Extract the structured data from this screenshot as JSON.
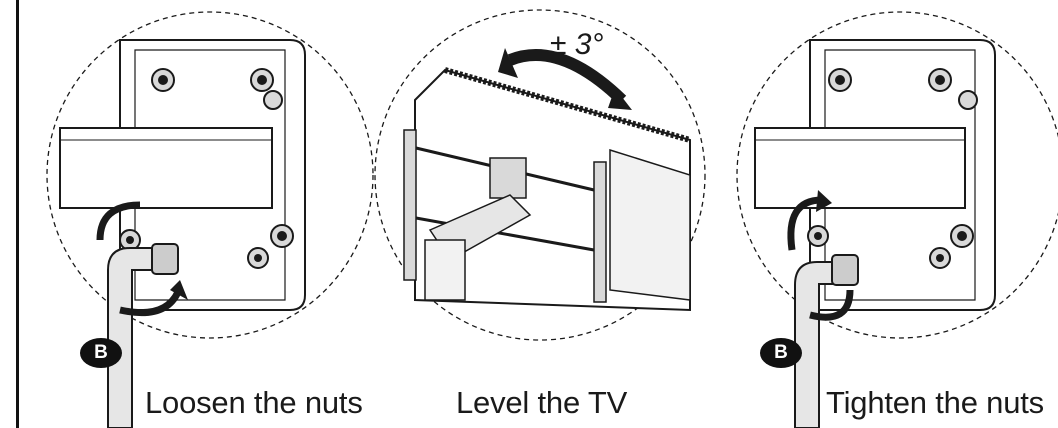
{
  "steps": [
    {
      "caption": "Loosen the nuts",
      "tool_label": "B"
    },
    {
      "caption": "Level the TV",
      "angle_label": "± 3°"
    },
    {
      "caption": "Tighten the nuts",
      "tool_label": "B"
    }
  ],
  "colors": {
    "line": "#1a1a1a",
    "fill_light": "#f2f2f2",
    "fill_mid": "#d9d9d9",
    "badge": "#111111",
    "background": "#ffffff"
  },
  "icons": {
    "tool": "hex-key-icon",
    "rotate": "rotation-arrow-icon",
    "tilt": "tilt-arrow-icon"
  }
}
